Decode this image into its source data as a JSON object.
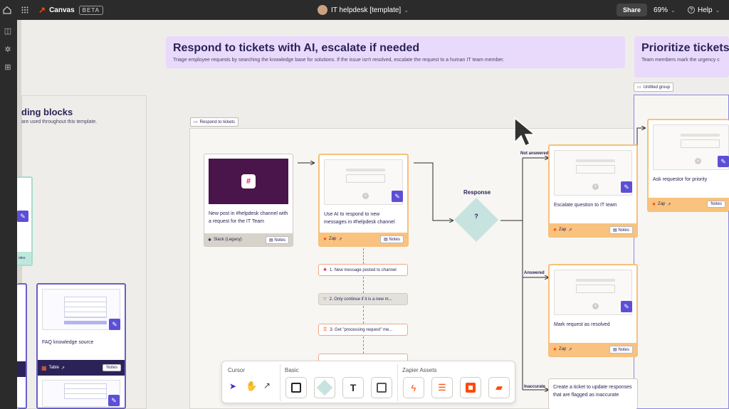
{
  "topbar": {
    "app_name": "Canvas",
    "beta": "BETA",
    "canvas_title": "IT helpdesk [template]",
    "share": "Share",
    "zoom": "69%",
    "help": "Help"
  },
  "left_group": {
    "title": "ding blocks",
    "subtitle": "are used throughout this template.",
    "notes_label": "otes",
    "faq_title": "FAQ knowledge source",
    "table_label": "Table",
    "notes": "Notes"
  },
  "main_banner": {
    "title": "Respond to tickets with AI, escalate if needed",
    "subtitle": "Triage employee requests by searching the knowledge base for solutions. If the issue isn't resolved, escalate the request to a human IT team member."
  },
  "right_banner": {
    "title": "Prioritize tickets",
    "subtitle": "Team members mark the urgency c"
  },
  "group_tags": {
    "respond": "Respond to tickets",
    "untitled": "Untitled group"
  },
  "cards": {
    "slack": {
      "title": "New post in #helpdesk channel with a request for the IT Team",
      "footer": "Slack (Legacy)",
      "notes": "Notes"
    },
    "ai": {
      "title": "Use AI to respond to new messages in #helpdesk channel",
      "footer": "Zap",
      "notes": "Notes"
    },
    "escalate": {
      "title": "Escalate question to IT team",
      "footer": "Zap",
      "notes": "Notes"
    },
    "resolved": {
      "title": "Mark request as resolved",
      "footer": "Zap",
      "notes": "Notes"
    },
    "priority": {
      "title": "Ask requestor for priority",
      "footer": "Zap",
      "notes": "Notes"
    },
    "inaccurate": {
      "title": "Create a ticket to update responses that are flagged as inaccurate"
    }
  },
  "steps": [
    "1. New message posted to channel",
    "2. Only continue if it is a new m...",
    "3. Get \"processing request\" me..."
  ],
  "decision": {
    "label": "Response",
    "symbol": "?"
  },
  "branches": {
    "not_answered": "Not answered",
    "answered": "Answered",
    "inaccurate": "Inaccurate"
  },
  "toolbar": {
    "cursor_label": "Cursor",
    "basic_label": "Basic",
    "assets_label": "Zapier Assets"
  },
  "icons": [
    "home-icon",
    "grid-icon",
    "canvas-logo-icon",
    "chevron-down-icon",
    "help-icon",
    "sidebar-icon",
    "bug-icon",
    "apps-icon",
    "slack-icon",
    "zap-icon",
    "pencil-icon",
    "external-link-icon",
    "notes-icon",
    "filter-icon",
    "table-icon",
    "cursor-arrow-icon",
    "hand-icon",
    "connector-icon",
    "square-icon",
    "question-icon",
    "text-icon",
    "card-icon",
    "zap-asset-icon",
    "interfaces-icon",
    "tables-asset-icon",
    "chatbot-icon"
  ],
  "colors": {
    "accent": "#5c4fd6",
    "zap_orange": "#f9c27e",
    "banner": "#e9dafc",
    "navy": "#2b2358",
    "slack_bg": "#4a154b"
  }
}
